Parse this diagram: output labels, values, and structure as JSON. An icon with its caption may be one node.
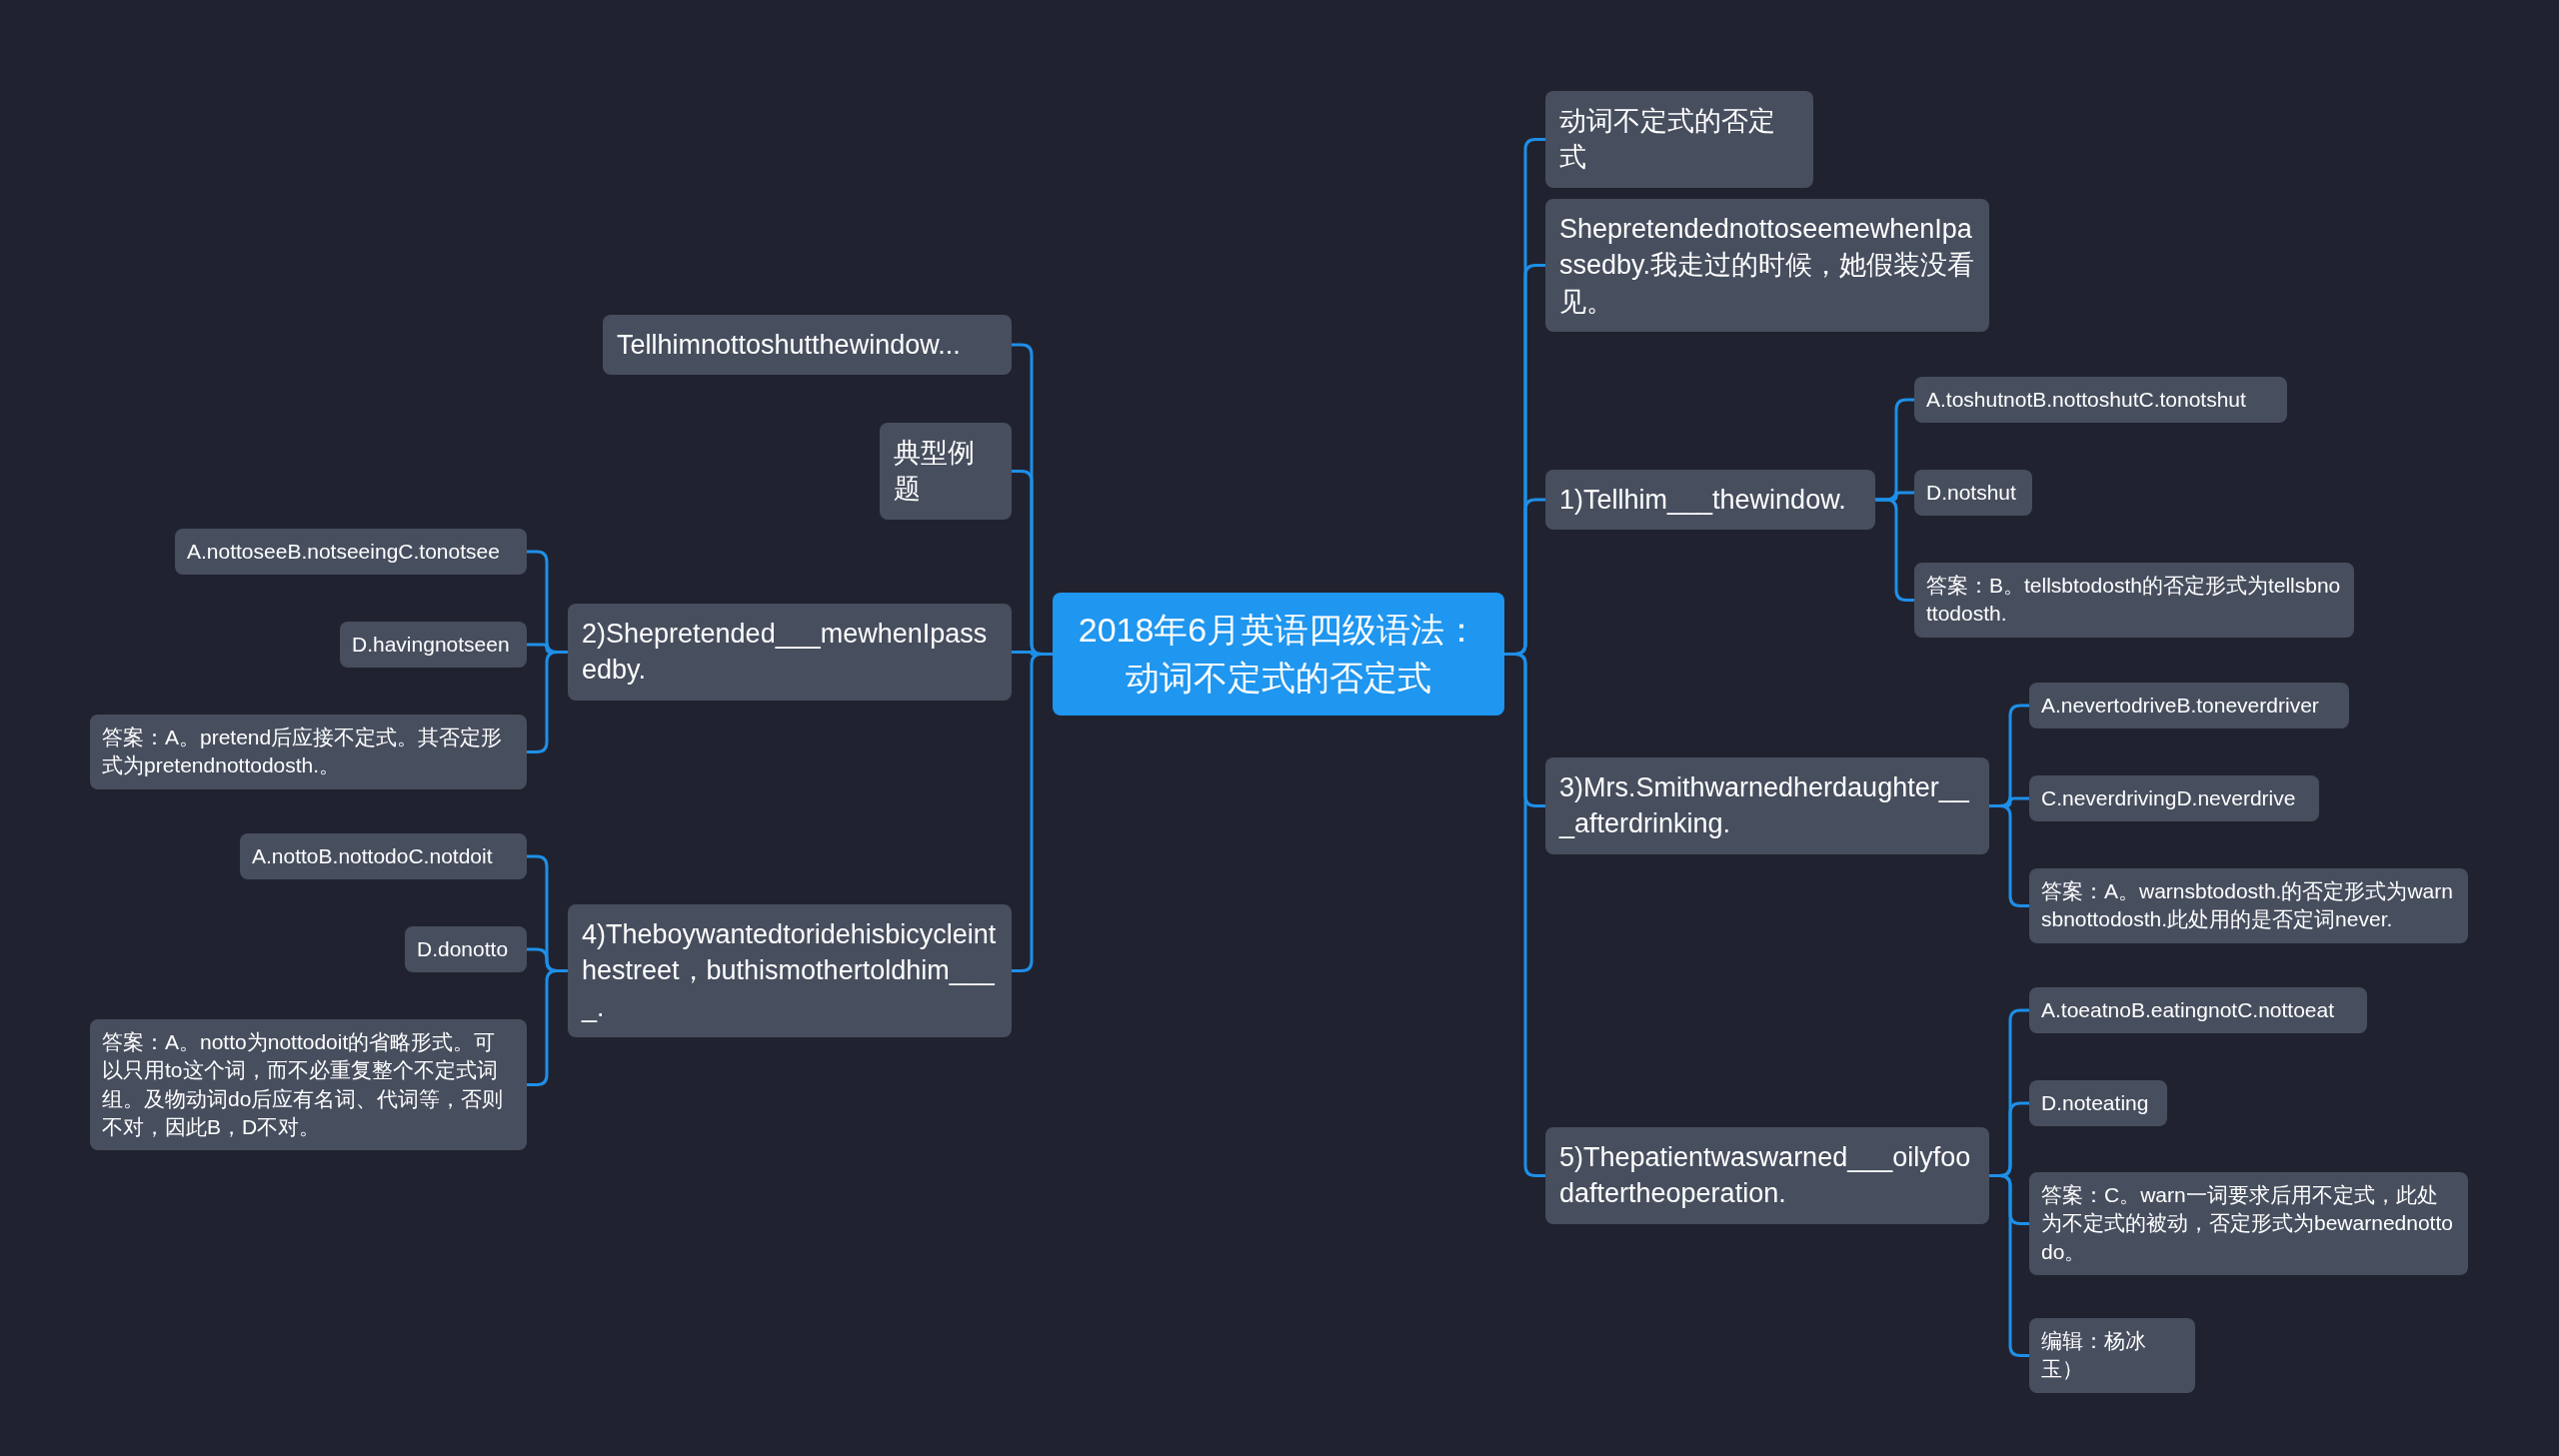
{
  "diagram": {
    "nodes": [
      {
        "text": [
          "2018年6月英语四级语法：动词不定式的否定式"
        ]
      },
      {
        "text": [
          "Tellhimnottoshutthewindow..."
        ]
      },
      {
        "text": [
          "典型例题"
        ]
      },
      {
        "text": [
          "2)Shepretended___mewhenIpassedby."
        ]
      },
      {
        "text": [
          "A.nottoseeB.notseeingC.tonotsee"
        ]
      },
      {
        "text": [
          "D.havingnotseen"
        ]
      },
      {
        "text": [
          "答案：A。pretend后应接不定式。其否定形式为pretendnottodosth.。"
        ]
      },
      {
        "text": [
          "4)Theboywantedtoridehisbicycleinthestreet，buthismothertoldhim____."
        ]
      },
      {
        "text": [
          "A.nottoB.nottodoC.notdoit"
        ]
      },
      {
        "text": [
          "D.donotto"
        ]
      },
      {
        "text": [
          "答案：A。notto为nottodoit的省略形式。可以只用to这个词，而不必重复整个不定式词组。及物动词do后应有名词、代词等，否则不对，因此B，D不对。"
        ]
      },
      {
        "text": [
          "动词不定式的否定式"
        ]
      },
      {
        "text": [
          "ShepretendednottoseemewhenIpassedby.我走过的时候，她假装没看见。"
        ]
      },
      {
        "text": [
          "1)Tellhim___thewindow."
        ]
      },
      {
        "text": [
          "A.toshutnotB.nottoshutC.tonotshut"
        ]
      },
      {
        "text": [
          "D.notshut"
        ]
      },
      {
        "text": [
          "答案：B。tellsbtodosth的否定形式为tellsbnottodosth."
        ]
      },
      {
        "text": [
          "3)Mrs.Smithwarnedherdaughter___afterdrinking."
        ]
      },
      {
        "text": [
          "A.nevertodriveB.toneverdriver"
        ]
      },
      {
        "text": [
          "C.neverdrivingD.neverdrive"
        ]
      },
      {
        "text": [
          "答案：A。warnsbtodosth.的否定形式为warnsbnottodosth.此处用的是否定词never."
        ]
      },
      {
        "text": [
          "5)Thepatientwaswarned___oilyfoodaftertheoperation."
        ]
      },
      {
        "text": [
          "A.toeatnoB.eatingnotC.nottoeat"
        ]
      },
      {
        "text": [
          "D.noteating"
        ]
      },
      {
        "text": [
          "答案：C。warn一词要求后用不定式，此处为不定式的被动，否定形式为bewarnednottodo。"
        ]
      },
      {
        "text": [
          "编辑：杨冰玉）"
        ]
      }
    ],
    "edges": [
      {
        "from": 0,
        "to": 1,
        "arrow": "none"
      },
      {
        "from": 0,
        "to": 2,
        "arrow": "none"
      },
      {
        "from": 0,
        "to": 3,
        "arrow": "none"
      },
      {
        "from": 0,
        "to": 7,
        "arrow": "none"
      },
      {
        "from": 0,
        "to": 11,
        "arrow": "none"
      },
      {
        "from": 0,
        "to": 12,
        "arrow": "none"
      },
      {
        "from": 0,
        "to": 13,
        "arrow": "none"
      },
      {
        "from": 0,
        "to": 17,
        "arrow": "none"
      },
      {
        "from": 0,
        "to": 21,
        "arrow": "none"
      },
      {
        "from": 3,
        "to": 4,
        "arrow": "none"
      },
      {
        "from": 3,
        "to": 5,
        "arrow": "none"
      },
      {
        "from": 3,
        "to": 6,
        "arrow": "none"
      },
      {
        "from": 7,
        "to": 8,
        "arrow": "none"
      },
      {
        "from": 7,
        "to": 9,
        "arrow": "none"
      },
      {
        "from": 7,
        "to": 10,
        "arrow": "none"
      },
      {
        "from": 13,
        "to": 14,
        "arrow": "none"
      },
      {
        "from": 13,
        "to": 15,
        "arrow": "none"
      },
      {
        "from": 13,
        "to": 16,
        "arrow": "none"
      },
      {
        "from": 17,
        "to": 18,
        "arrow": "none"
      },
      {
        "from": 17,
        "to": 19,
        "arrow": "none"
      },
      {
        "from": 17,
        "to": 20,
        "arrow": "none"
      },
      {
        "from": 21,
        "to": 22,
        "arrow": "none"
      },
      {
        "from": 21,
        "to": 23,
        "arrow": "none"
      },
      {
        "from": 21,
        "to": 24,
        "arrow": "none"
      },
      {
        "from": 21,
        "to": 25,
        "arrow": "none"
      }
    ]
  }
}
